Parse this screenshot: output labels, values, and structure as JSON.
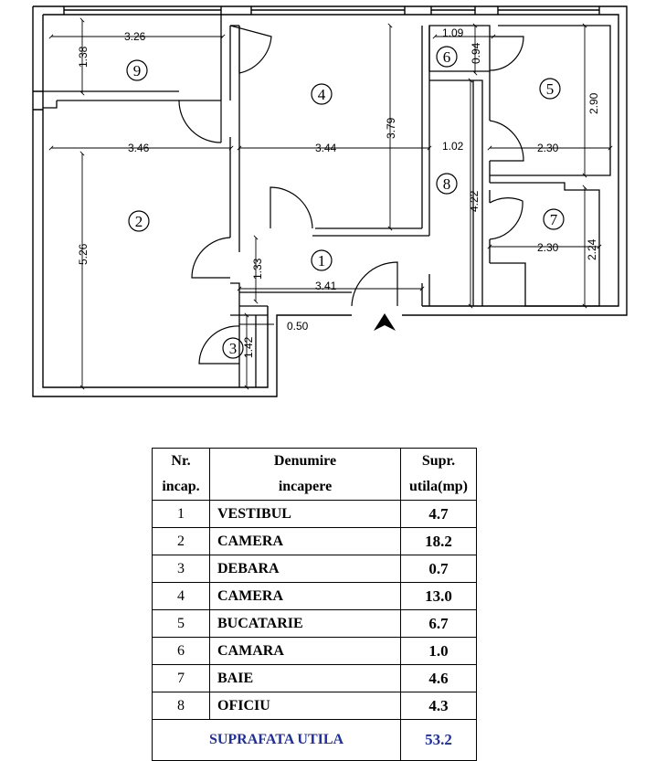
{
  "plan": {
    "dimensions": {
      "d_326": "3.26",
      "d_138": "1.38",
      "d_109": "1.09",
      "d_094": "0.94",
      "d_346": "3.46",
      "d_344": "3.44",
      "d_379": "3.79",
      "d_102": "1.02",
      "d_290": "2.90",
      "d_230a": "2.30",
      "d_526": "5.26",
      "d_422": "4.22",
      "d_224": "2.24",
      "d_230b": "2.30",
      "d_133": "1.33",
      "d_341": "3.41",
      "d_050": "0.50",
      "d_142": "1.42"
    },
    "room_numbers": [
      "1",
      "2",
      "3",
      "4",
      "5",
      "6",
      "7",
      "8",
      "9"
    ]
  },
  "table": {
    "header_nr_1": "Nr.",
    "header_nr_2": "incap.",
    "header_name_1": "Denumire",
    "header_name_2": "incapere",
    "header_area_1": "Supr.",
    "header_area_2": "utila(mp)",
    "rows": [
      {
        "nr": "1",
        "name": "VESTIBUL",
        "area": "4.7"
      },
      {
        "nr": "2",
        "name": "CAMERA",
        "area": "18.2"
      },
      {
        "nr": "3",
        "name": "DEBARA",
        "area": "0.7"
      },
      {
        "nr": "4",
        "name": "CAMERA",
        "area": "13.0"
      },
      {
        "nr": "5",
        "name": "BUCATARIE",
        "area": "6.7"
      },
      {
        "nr": "6",
        "name": "CAMARA",
        "area": "1.0"
      },
      {
        "nr": "7",
        "name": "BAIE",
        "area": "4.6"
      },
      {
        "nr": "8",
        "name": "OFICIU",
        "area": "4.3"
      }
    ],
    "total_label": "SUPRAFATA  UTILA",
    "total_value": "53.2",
    "total_color": "#1f2f9c"
  }
}
